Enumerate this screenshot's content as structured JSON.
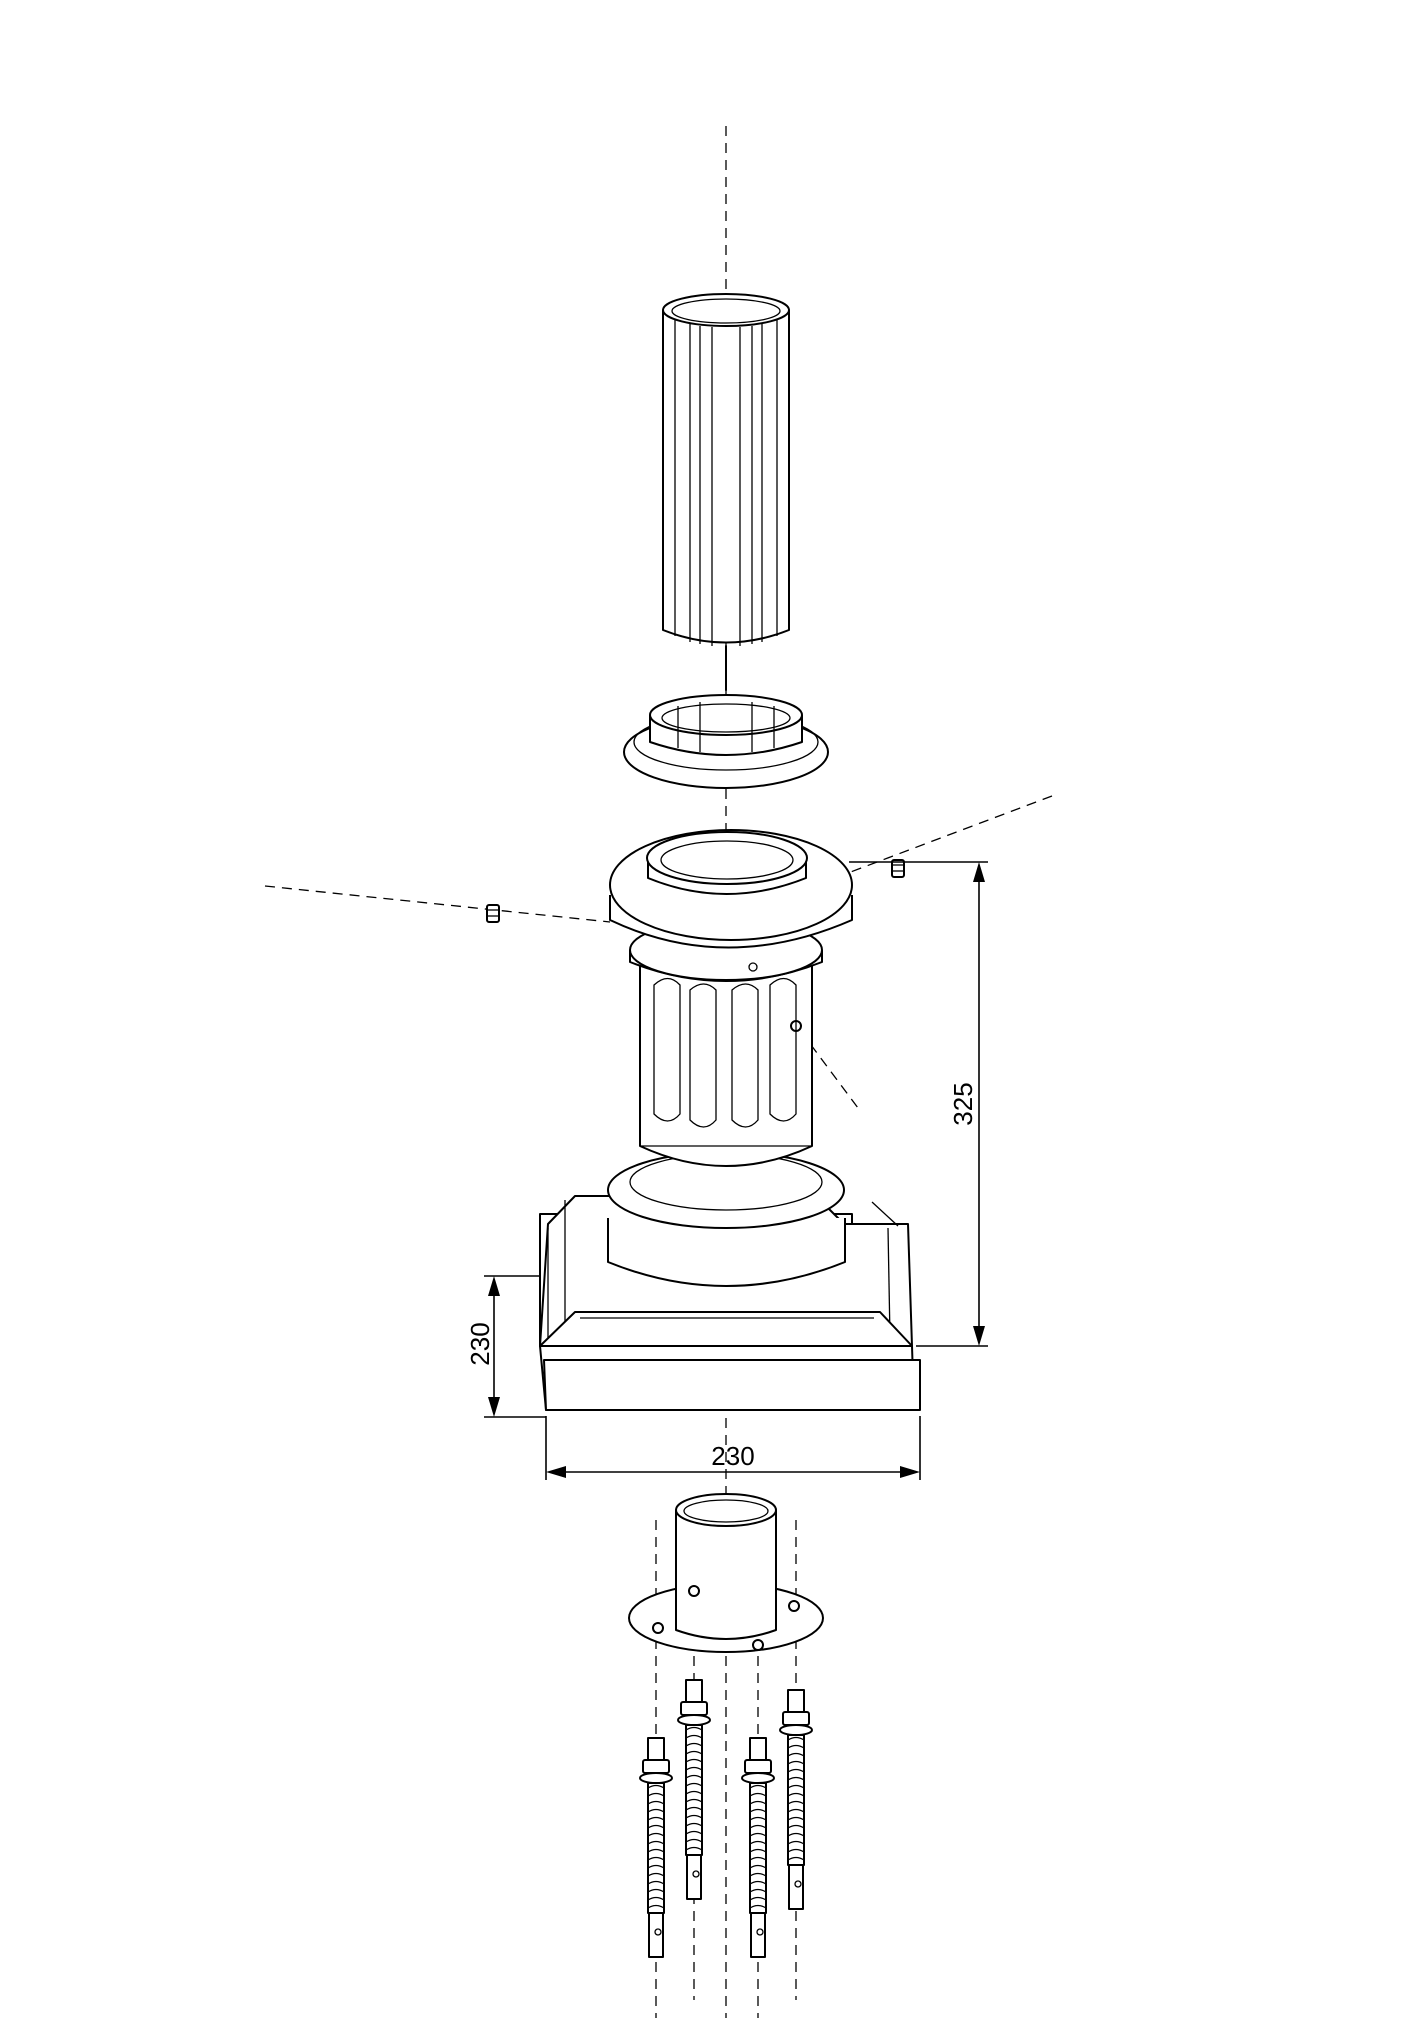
{
  "dimensions": {
    "height_total": "325",
    "base_height": "230",
    "base_width": "230"
  },
  "colors": {
    "line": "#000000",
    "background": "#ffffff"
  }
}
